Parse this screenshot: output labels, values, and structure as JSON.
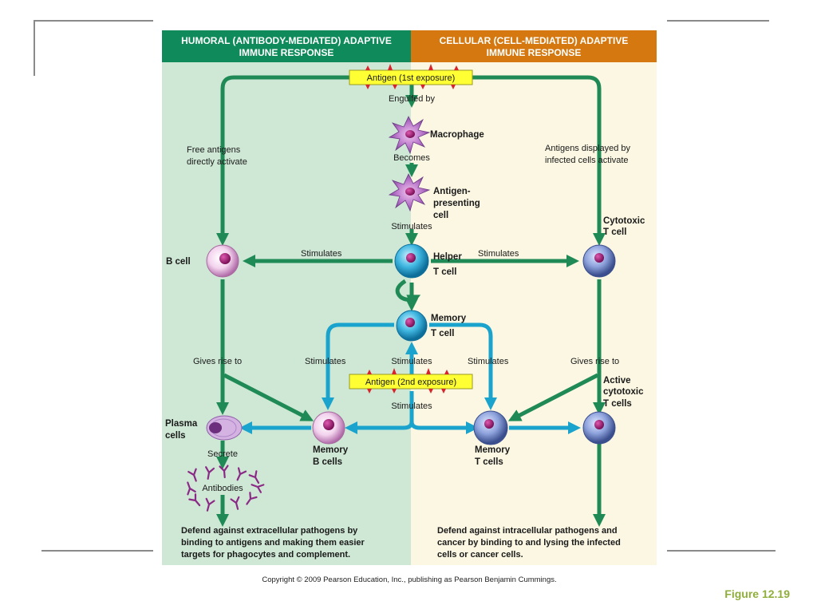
{
  "headers": {
    "humoral": [
      "HUMORAL (ANTIBODY-MEDIATED) ADAPTIVE",
      "IMMUNE RESPONSE"
    ],
    "cellular": [
      "CELLULAR (CELL-MEDIATED) ADAPTIVE",
      "IMMUNE RESPONSE"
    ]
  },
  "antigen_first": "Antigen (1st exposure)",
  "antigen_second": "Antigen (2nd exposure)",
  "labels": {
    "engulfed_by": "Engulfed by",
    "macrophage": "Macrophage",
    "becomes": "Becomes",
    "apc": [
      "Antigen-",
      "presenting",
      "cell"
    ],
    "stimulates": "Stimulates",
    "free_antigens": [
      "Free antigens",
      "directly activate"
    ],
    "antigens_displayed": [
      "Antigens displayed by",
      "infected cells activate"
    ],
    "cytotoxic_t": [
      "Cytotoxic",
      "T cell"
    ],
    "b_cell": "B cell",
    "helper_t": [
      "Helper",
      "T cell"
    ],
    "memory_t": [
      "Memory",
      "T cell"
    ],
    "gives_rise_to": "Gives rise to",
    "active_cytotoxic": [
      "Active",
      "cytotoxic",
      "T cells"
    ],
    "plasma_cells": [
      "Plasma",
      "cells"
    ],
    "memory_b_cells": [
      "Memory",
      "B cells"
    ],
    "memory_t_cells": [
      "Memory",
      "T cells"
    ],
    "secrete": "Secrete",
    "antibodies": "Antibodies"
  },
  "outcomes": {
    "humoral": [
      "Defend against extracellular pathogens by",
      "binding to antigens and making them easier",
      "targets for phagocytes and complement."
    ],
    "cellular": [
      "Defend against intracellular pathogens and",
      "cancer by binding to and lysing the infected",
      "cells or cancer cells."
    ]
  },
  "copyright": "Copyright © 2009 Pearson Education, Inc., publishing as Pearson Benjamin Cummings.",
  "figure_label": "Figure 12.19",
  "colors": {
    "humoral_header": "#0f8a5a",
    "cellular_header": "#d4780f",
    "humoral_bg": "#cfe8d5",
    "cellular_bg": "#fbf7e2",
    "green_arrow": "#1f8a55",
    "blue_arrow": "#1aa3cc",
    "antigen_box": "#ffff33",
    "figure_label": "#8fae3b"
  }
}
